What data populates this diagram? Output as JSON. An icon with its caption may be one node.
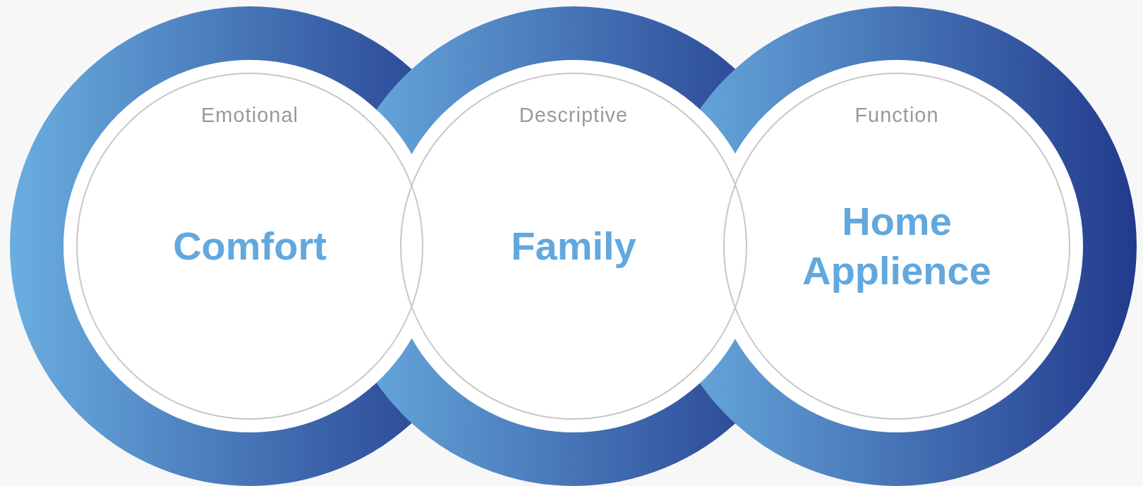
{
  "diagram": {
    "nodes": [
      {
        "text": [
          "Emotional",
          "Comfort"
        ]
      },
      {
        "text": [
          "Descriptive",
          "Family"
        ]
      },
      {
        "text": [
          "Function",
          "Home Applience"
        ]
      }
    ]
  }
}
